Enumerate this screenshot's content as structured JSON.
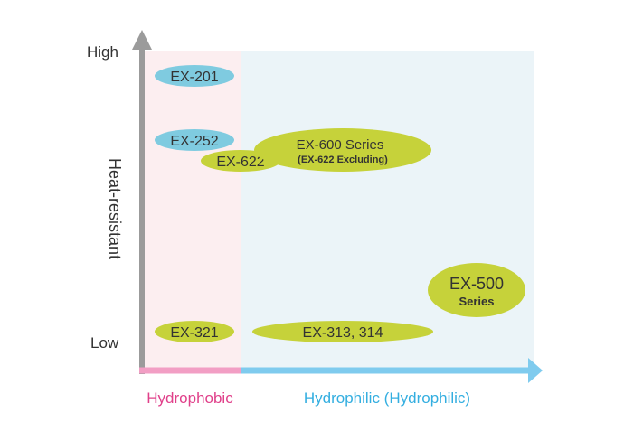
{
  "axes": {
    "y_label": "Heat-resistant",
    "y_high": "High",
    "y_low": "Low",
    "x_left_label": "Hydrophobic",
    "x_right_label": "Hydrophilic (Hydrophilic)"
  },
  "colors": {
    "hydrophobic_region": "#fceef0",
    "hydrophilic_region": "#ebf4f8",
    "y_axis": "#9b9b9b",
    "x_axis_hydrophobic": "#f29ec4",
    "x_axis_hydrophilic": "#7fcbee",
    "hydrophobic_text": "#e0408a",
    "hydrophilic_text": "#33aee0",
    "product_blue": "#7fcbe0",
    "product_green": "#c6d23a",
    "label_text": "#333333"
  },
  "products": [
    {
      "id": "ex-201",
      "label": "EX-201",
      "sublabel": "",
      "color": "blue"
    },
    {
      "id": "ex-252",
      "label": "EX-252",
      "sublabel": "",
      "color": "blue"
    },
    {
      "id": "ex-622",
      "label": "EX-622",
      "sublabel": "",
      "color": "green"
    },
    {
      "id": "ex-600",
      "label": "EX-600 Series",
      "sublabel": "(EX-622 Excluding)",
      "color": "green"
    },
    {
      "id": "ex-500",
      "label": "EX-500",
      "sublabel": "Series",
      "color": "green"
    },
    {
      "id": "ex-321",
      "label": "EX-321",
      "sublabel": "",
      "color": "green"
    },
    {
      "id": "ex-313",
      "label": "EX-313, 314",
      "sublabel": "",
      "color": "green"
    }
  ]
}
